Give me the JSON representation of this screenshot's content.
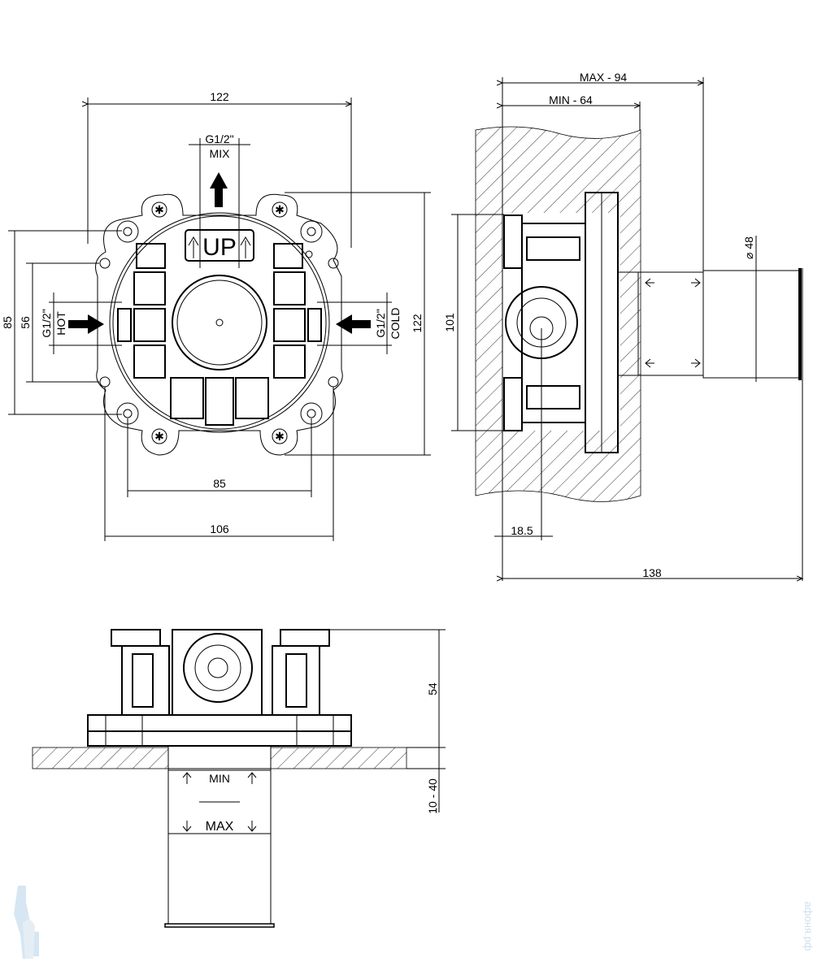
{
  "front_view": {
    "width_top": "122",
    "mix_size": "G1/2\"",
    "mix_label": "MIX",
    "up_label": "UP",
    "height_left_outer": "85",
    "height_left_inner": "56",
    "hot_size": "G1/2\"",
    "hot_label": "HOT",
    "cold_size": "G1/2\"",
    "cold_label": "COLD",
    "height_right": "122",
    "width_bottom_inner": "85",
    "width_bottom_outer": "106"
  },
  "side_view": {
    "max_depth": "MAX - 94",
    "min_depth": "MIN - 64",
    "diameter": "⌀ 48",
    "height": "101",
    "offset": "18.5",
    "total_depth": "138"
  },
  "top_view": {
    "height": "54",
    "range": "10 - 40",
    "min_label": "MIN",
    "max_label": "MAX"
  },
  "watermark": "афоня.рф"
}
